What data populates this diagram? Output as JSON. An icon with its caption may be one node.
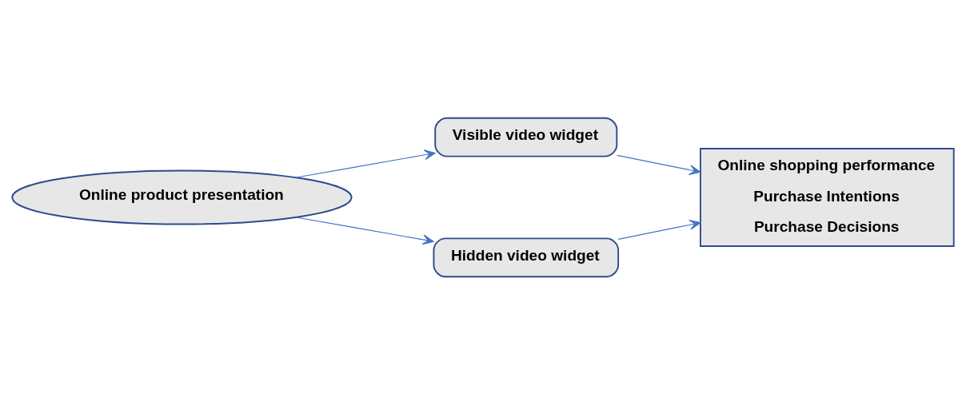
{
  "diagram": {
    "nodes": [
      {
        "text": [
          "Online product presentation"
        ]
      },
      {
        "text": [
          "Visible video widget"
        ]
      },
      {
        "text": [
          "Hidden video widget"
        ]
      },
      {
        "text": [
          "Online shopping performance",
          "Purchase Intentions",
          "Purchase Decisions"
        ]
      }
    ],
    "edges": [
      {
        "from": 0,
        "to": 1,
        "arrow": "to"
      },
      {
        "from": 0,
        "to": 2,
        "arrow": "to"
      },
      {
        "from": 1,
        "to": 3,
        "arrow": "to"
      },
      {
        "from": 2,
        "to": 3,
        "arrow": "to"
      }
    ]
  }
}
